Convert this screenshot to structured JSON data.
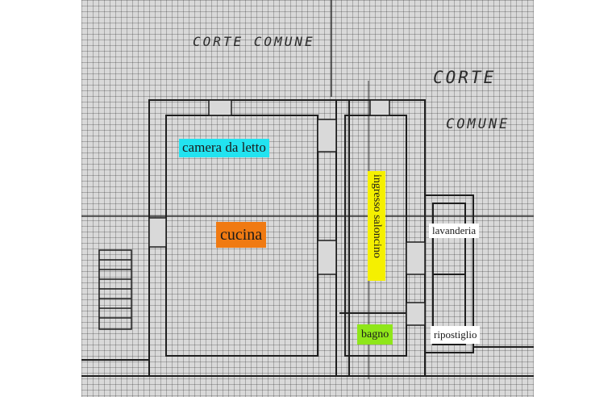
{
  "annotations": {
    "corte_comune_top": "CORTE COMUNE",
    "corte_right_1": "CORTE",
    "corte_right_2": "COMUNE"
  },
  "rooms": {
    "camera": {
      "label": "camera da letto",
      "color": "#22e3f0"
    },
    "cucina": {
      "label": "cucina",
      "color": "#f07a12"
    },
    "ingresso": {
      "label": "ingresso saloncino",
      "color": "#f5f000"
    },
    "lavanderia": {
      "label": "lavanderia",
      "color": "#ffffff"
    },
    "bagno": {
      "label": "bagno",
      "color": "#8fe61a"
    },
    "ripostiglio": {
      "label": "ripostiglio",
      "color": "#ffffff"
    }
  }
}
